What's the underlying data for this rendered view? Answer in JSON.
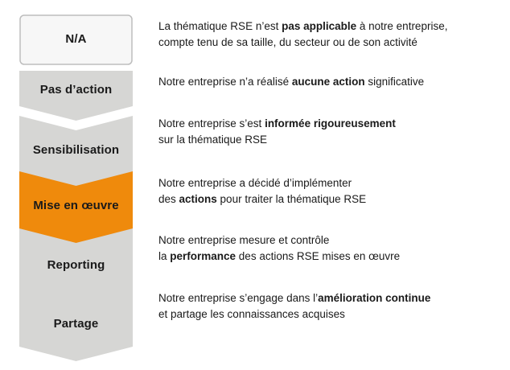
{
  "colors": {
    "step_fill": "#d6d6d4",
    "step_active_fill": "#ef8a0c",
    "na_fill": "#f7f7f7",
    "na_border": "#bdbdbd"
  },
  "steps": [
    {
      "label": "N/A",
      "style": "box",
      "desc": [
        [
          {
            "t": "La thématique RSE n’est "
          },
          {
            "t": "pas applicable",
            "b": true
          },
          {
            "t": " à notre entreprise,"
          }
        ],
        [
          {
            "t": "compte tenu de sa taille, du secteur ou de son activité"
          }
        ]
      ]
    },
    {
      "label": "Pas d’action",
      "style": "chevron",
      "desc": [
        [
          {
            "t": "Notre entreprise n’a réalisé "
          },
          {
            "t": "aucune action",
            "b": true
          },
          {
            "t": " significative"
          }
        ]
      ]
    },
    {
      "label": "Sensibilisation",
      "style": "chevron",
      "desc": [
        [
          {
            "t": "Notre entreprise s’est "
          },
          {
            "t": "informée rigoureusement",
            "b": true
          }
        ],
        [
          {
            "t": "sur la thématique RSE"
          }
        ]
      ]
    },
    {
      "label": "Mise en œuvre",
      "style": "chevron",
      "active": true,
      "desc": [
        [
          {
            "t": "Notre entreprise a décidé d’implémenter"
          }
        ],
        [
          {
            "t": "des "
          },
          {
            "t": "actions",
            "b": true
          },
          {
            "t": " pour traiter la thématique RSE"
          }
        ]
      ]
    },
    {
      "label": "Reporting",
      "style": "chevron",
      "desc": [
        [
          {
            "t": "Notre entreprise mesure et contrôle"
          }
        ],
        [
          {
            "t": "la "
          },
          {
            "t": "performance",
            "b": true
          },
          {
            "t": " des actions RSE mises en œuvre"
          }
        ]
      ]
    },
    {
      "label": "Partage",
      "style": "chevron",
      "desc": [
        [
          {
            "t": "Notre entreprise s’engage dans l’"
          },
          {
            "t": "amélioration continue",
            "b": true
          }
        ],
        [
          {
            "t": "et partage les connaissances acquises"
          }
        ]
      ]
    }
  ]
}
